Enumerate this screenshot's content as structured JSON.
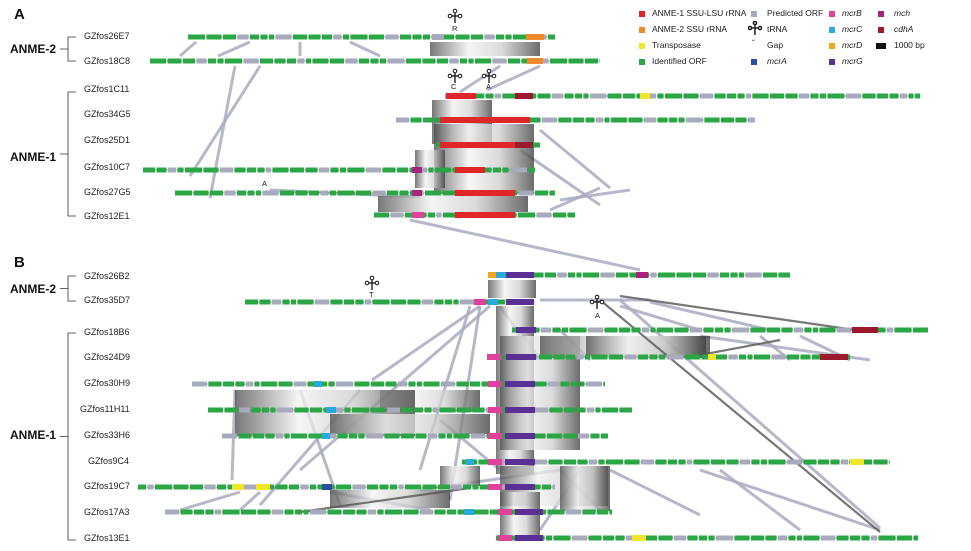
{
  "panels": {
    "A": {
      "label": "A",
      "groups": [
        {
          "label": "ANME-2",
          "fosmids": [
            "GZfos26E7",
            "GZfos18C8"
          ]
        },
        {
          "label": "ANME-1",
          "fosmids": [
            "GZfos1C11",
            "GZfos34G5",
            "GZfos25D1",
            "GZfos10C7",
            "GZfos27G5",
            "GZfos12E1"
          ]
        }
      ],
      "annotations": [
        "R",
        "C",
        "A",
        "A"
      ]
    },
    "B": {
      "label": "B",
      "groups": [
        {
          "label": "ANME-2",
          "fosmids": [
            "GZfos26B2",
            "GZfos35D7"
          ]
        },
        {
          "label": "ANME-1",
          "fosmids": [
            "GZfos18B6",
            "GZfos24D9",
            "GZfos30H9",
            "GZfos11H11",
            "GZfos33H6",
            "GZfos9C4",
            "GZfos19C7",
            "GZfos17A3",
            "GZfos13E1"
          ]
        }
      ],
      "annotations": [
        "T",
        "A"
      ]
    }
  },
  "legend": [
    {
      "label": "ANME-1 SSU-LSU rRNA",
      "color": "#e0262b",
      "italic": false
    },
    {
      "label": "Predicted ORF",
      "color": "#a7a9bc",
      "italic": false
    },
    {
      "label": "mcrB",
      "color": "#e0419a",
      "italic": true
    },
    {
      "label": "mch",
      "color": "#a8237e",
      "italic": true
    },
    {
      "label": "ANME-2 SSU rRNA",
      "color": "#ee8a2a",
      "italic": false
    },
    {
      "label": "tRNA",
      "color": "",
      "italic": false,
      "icon": "trna-icon"
    },
    {
      "label": "mcrC",
      "color": "#2aa9df",
      "italic": true
    },
    {
      "label": "cdhA",
      "color": "#9b1b2c",
      "italic": true
    },
    {
      "label": "Transposase",
      "color": "#f1e62a",
      "italic": false
    },
    {
      "label": "Gap",
      "color": "",
      "italic": false,
      "icon": "gap-icon"
    },
    {
      "label": "mcrD",
      "color": "#f3a51d",
      "italic": true
    },
    {
      "label": "1000 bp",
      "color": "#111111",
      "italic": false
    },
    {
      "label": "Identified ORF",
      "color": "#2aa744",
      "italic": false
    },
    {
      "label": "mcrA",
      "color": "#2a4fa0",
      "italic": true
    },
    {
      "label": "mcrG",
      "color": "#5a2f96",
      "italic": true
    }
  ],
  "colors": {
    "identified": "#2aa744",
    "predicted": "#a7a9bc",
    "link": "#a9acc0",
    "rrna1": "#e0262b",
    "rrna2": "#ee8a2a"
  }
}
